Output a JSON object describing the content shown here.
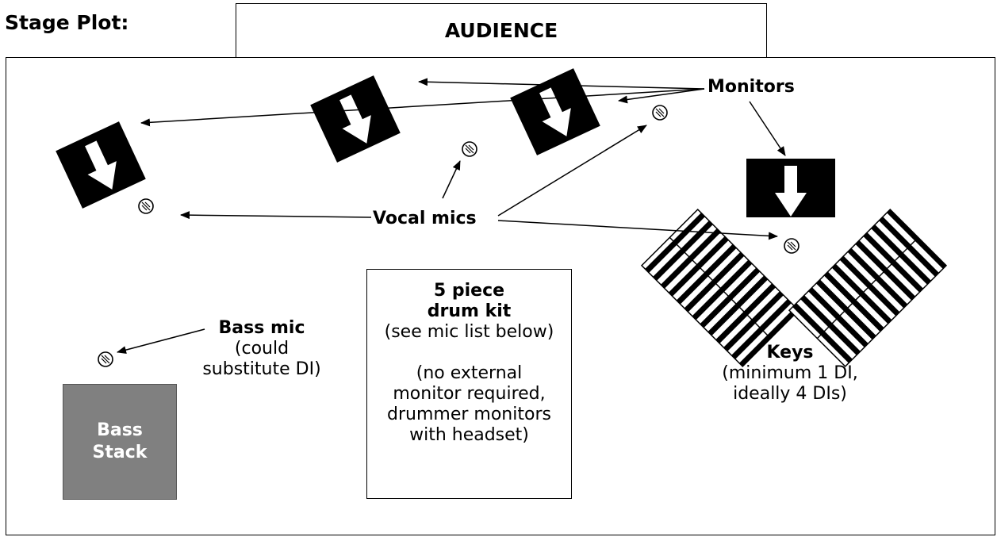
{
  "header": {
    "title": "Stage Plot:",
    "audience": "AUDIENCE"
  },
  "labels": {
    "monitors": "Monitors",
    "vocal_mics": "Vocal mics",
    "bass_mic_title": "Bass mic",
    "bass_mic_note1": "(could",
    "bass_mic_note2": "substitute DI)",
    "keys_title": "Keys",
    "keys_note1": "(minimum 1 DI,",
    "keys_note2": "ideally 4 DIs)"
  },
  "drum_kit": {
    "line1": "5 piece",
    "line2": "drum kit",
    "line3": "(see mic list below)",
    "line4": "(no external",
    "line5": "monitor required,",
    "line6": "drummer monitors",
    "line7": "with headset)"
  },
  "bass_stack": {
    "line1": "Bass",
    "line2": "Stack"
  },
  "icons": [
    "monitor-wedge-icon",
    "microphone-icon",
    "keyboard-icon"
  ]
}
